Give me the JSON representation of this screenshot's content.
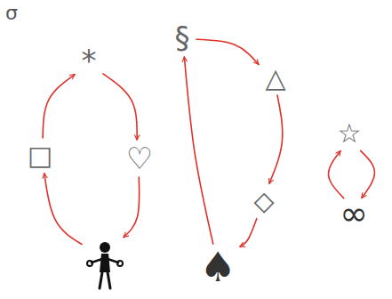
{
  "diagram": {
    "nodes": [
      {
        "text": [
          "*"
        ]
      },
      {
        "text": [
          "□"
        ]
      },
      {
        "text": [
          "♡"
        ]
      },
      {
        "text": []
      },
      {
        "text": [
          "§"
        ]
      },
      {
        "text": [
          "△"
        ]
      },
      {
        "text": [
          "◇"
        ]
      },
      {
        "text": [
          "♠"
        ]
      },
      {
        "text": [
          "☆"
        ]
      },
      {
        "text": [
          "∞"
        ]
      }
    ],
    "edges": [
      {
        "from": 0,
        "to": 2,
        "arrow": "to"
      },
      {
        "from": 2,
        "to": 3,
        "arrow": "to"
      },
      {
        "from": 3,
        "to": 1,
        "arrow": "to"
      },
      {
        "from": 1,
        "to": 0,
        "arrow": "to"
      },
      {
        "from": 4,
        "to": 5,
        "arrow": "to"
      },
      {
        "from": 5,
        "to": 6,
        "arrow": "to"
      },
      {
        "from": 6,
        "to": 7,
        "arrow": "to"
      },
      {
        "from": 7,
        "to": 4,
        "arrow": "to"
      },
      {
        "from": 8,
        "to": 9,
        "arrow": "to"
      },
      {
        "from": 9,
        "to": 8,
        "arrow": "to"
      }
    ],
    "labels": [
      "σ"
    ]
  }
}
